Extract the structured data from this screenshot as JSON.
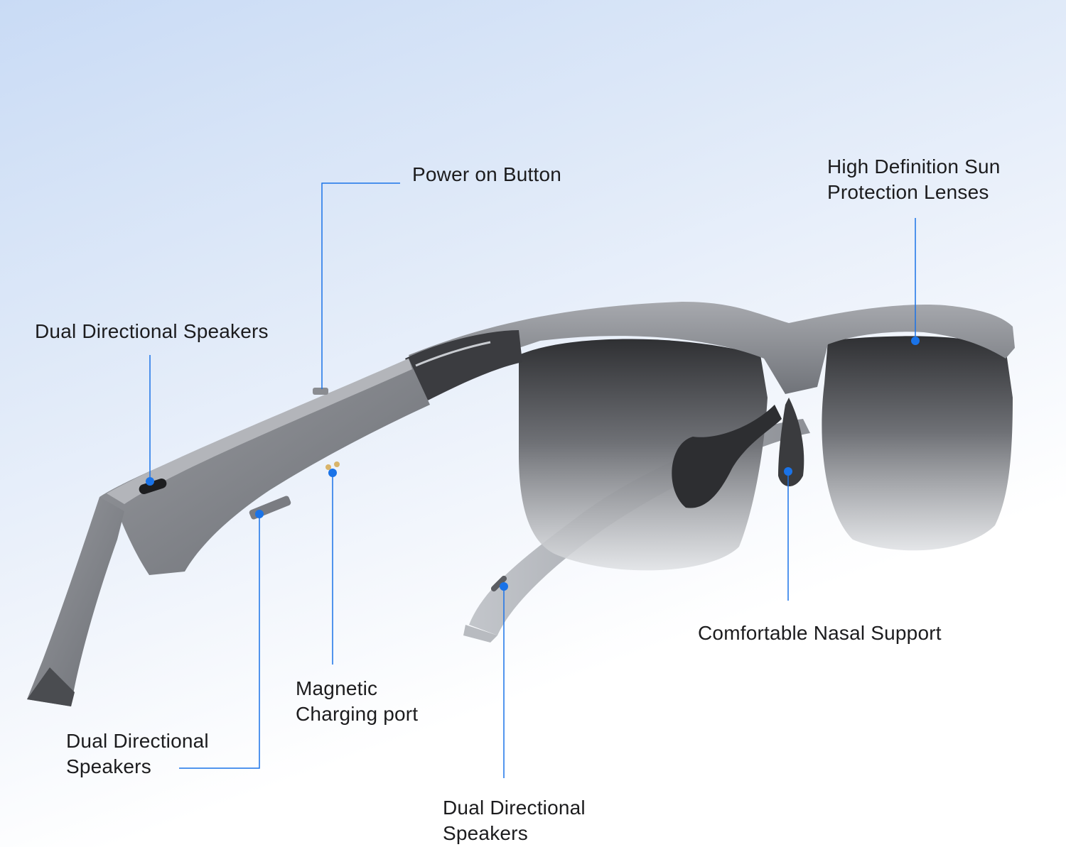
{
  "callouts": {
    "power_button": "Power on Button",
    "lenses": [
      "High Definition Sun",
      "Protection Lenses"
    ],
    "speakers_top_left": "Dual Directional Speakers",
    "nasal_support": "Comfortable Nasal Support",
    "charging_port": [
      "Magnetic",
      "Charging port"
    ],
    "speakers_bottom_left": [
      "Dual Directional",
      "Speakers"
    ],
    "speakers_bottom_center": [
      "Dual Directional",
      "Speakers"
    ]
  },
  "colors": {
    "accent": "#1a73e8",
    "frame": "#8d9096",
    "frame_dark": "#5f6268",
    "lens_top": "#3c3d40",
    "lens_bottom": "#cfd2d6",
    "background_top": "#c9dbf5",
    "background_bottom": "#ffffff"
  }
}
